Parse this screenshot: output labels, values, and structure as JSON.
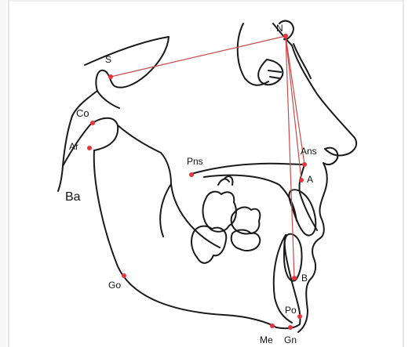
{
  "diagram": {
    "colors": {
      "outline": "#1a1a1a",
      "landmark": "#e8343a",
      "reference_line": "#c94b4b"
    },
    "landmarks": {
      "S": "S",
      "N": "N",
      "Co": "Co",
      "Ar": "Ar",
      "Ba": "Ba",
      "Pns": "Pns",
      "Ans": "Ans",
      "A": "A",
      "B": "B",
      "Go": "Go",
      "Po": "Po",
      "Me": "Me",
      "Gn": "Gn"
    }
  }
}
